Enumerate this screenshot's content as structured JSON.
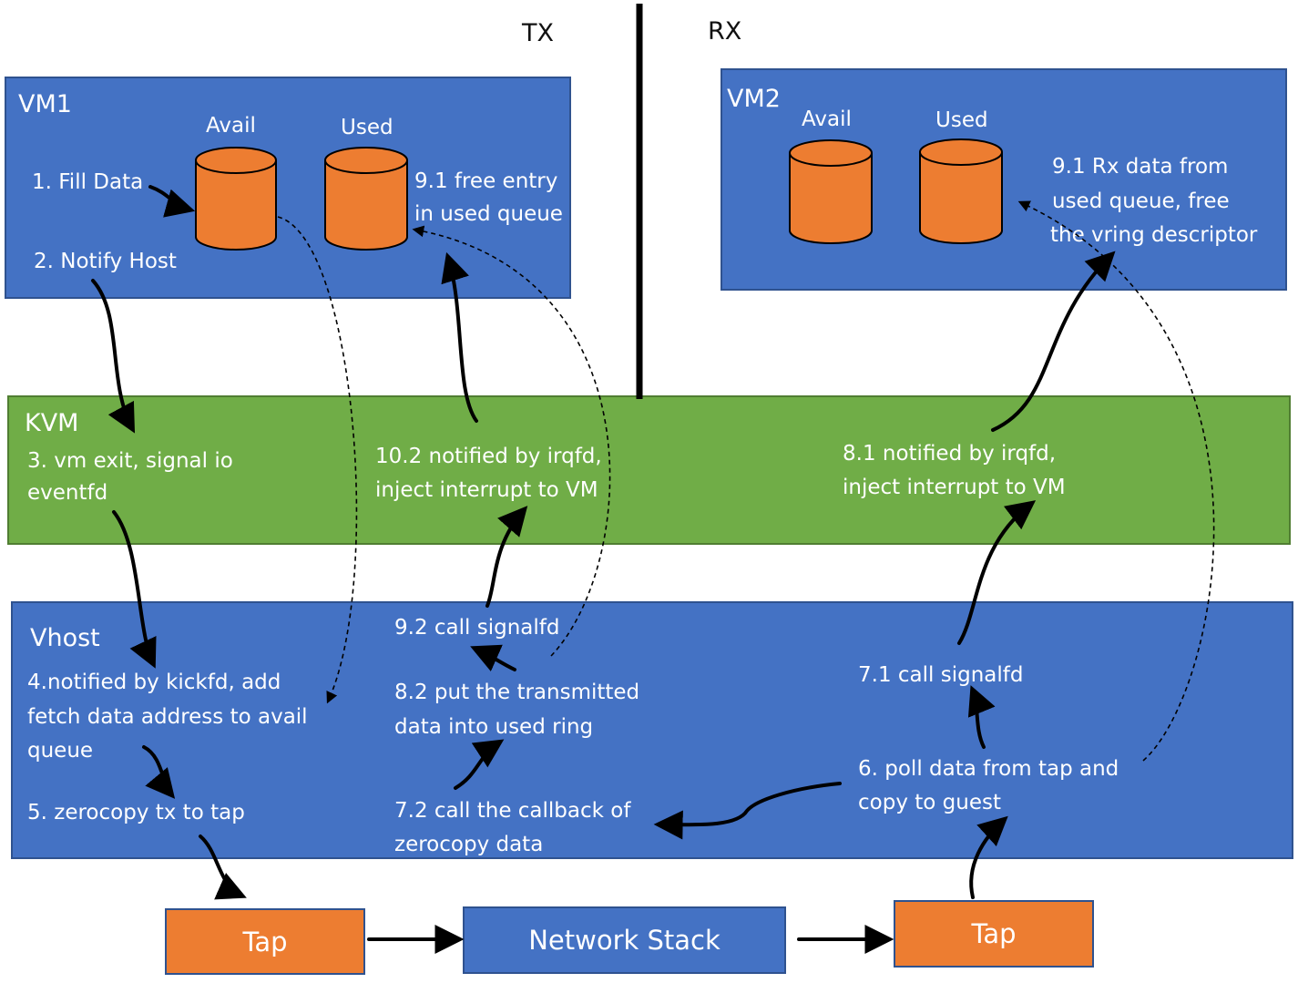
{
  "header": {
    "tx_label": "TX",
    "rx_label": "RX"
  },
  "vm1": {
    "title": "VM1",
    "avail_label": "Avail",
    "used_label": "Used",
    "step1": "1. Fill Data",
    "step2": "2. Notify Host",
    "step91_line1": "9.1 free entry",
    "step91_line2": "in used queue"
  },
  "vm2": {
    "title": "VM2",
    "avail_label": "Avail",
    "used_label": "Used",
    "step91_line1": "9.1 Rx data from",
    "step91_line2": "used queue, free",
    "step91_line3": "the vring descriptor"
  },
  "kvm": {
    "title": "KVM",
    "step3_line1": "3. vm exit, signal io",
    "step3_line2": "eventfd",
    "step102_line1": "10.2 notified by irqfd,",
    "step102_line2": "inject interrupt to VM",
    "step81_line1": "8.1 notified by irqfd,",
    "step81_line2": "inject interrupt to VM"
  },
  "vhost": {
    "title": "Vhost",
    "step4_line1": "4.notified by kickfd, add",
    "step4_line2": "fetch data address to avail",
    "step4_line3": "queue",
    "step5": "5. zerocopy tx to tap",
    "step92": "9.2 call signalfd",
    "step82_line1": "8.2 put the transmitted",
    "step82_line2": "data into used ring",
    "step72_line1": "7.2 call the callback of",
    "step72_line2": "zerocopy data",
    "step71": "7.1 call signalfd",
    "step6_line1": "6. poll data from tap and",
    "step6_line2": "copy to guest"
  },
  "bottom": {
    "tap_left": "Tap",
    "network_stack": "Network Stack",
    "tap_right": "Tap"
  },
  "colors": {
    "blue": "#4472c4",
    "green": "#70ad47",
    "orange": "#ed7d31"
  }
}
